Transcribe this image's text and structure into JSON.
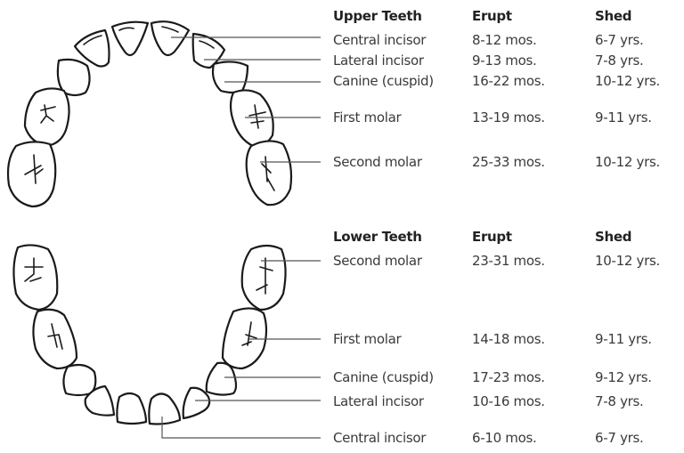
{
  "upper": {
    "header": {
      "group": "Upper Teeth",
      "erupt": "Erupt",
      "shed": "Shed"
    },
    "rows": [
      {
        "tooth": "Central incisor",
        "erupt": "8-12 mos.",
        "shed": "6-7 yrs."
      },
      {
        "tooth": "Lateral incisor",
        "erupt": "9-13 mos.",
        "shed": "7-8 yrs."
      },
      {
        "tooth": "Canine (cuspid)",
        "erupt": "16-22 mos.",
        "shed": "10-12 yrs."
      },
      {
        "tooth": "First molar",
        "erupt": "13-19 mos.",
        "shed": "9-11 yrs."
      },
      {
        "tooth": "Second molar",
        "erupt": "25-33 mos.",
        "shed": "10-12 yrs."
      }
    ]
  },
  "lower": {
    "header": {
      "group": "Lower Teeth",
      "erupt": "Erupt",
      "shed": "Shed"
    },
    "rows": [
      {
        "tooth": "Second molar",
        "erupt": "23-31 mos.",
        "shed": "10-12 yrs."
      },
      {
        "tooth": "First molar",
        "erupt": "14-18 mos.",
        "shed": "9-11 yrs."
      },
      {
        "tooth": "Canine (cuspid)",
        "erupt": "17-23 mos.",
        "shed": "9-12 yrs."
      },
      {
        "tooth": "Lateral incisor",
        "erupt": "10-16 mos.",
        "shed": "7-8 yrs."
      },
      {
        "tooth": "Central incisor",
        "erupt": "6-10 mos.",
        "shed": "6-7 yrs."
      }
    ]
  },
  "colors": {
    "outline": "#1a1a1a",
    "leader": "#555555",
    "text": "#3a3a3a",
    "header": "#222222"
  }
}
